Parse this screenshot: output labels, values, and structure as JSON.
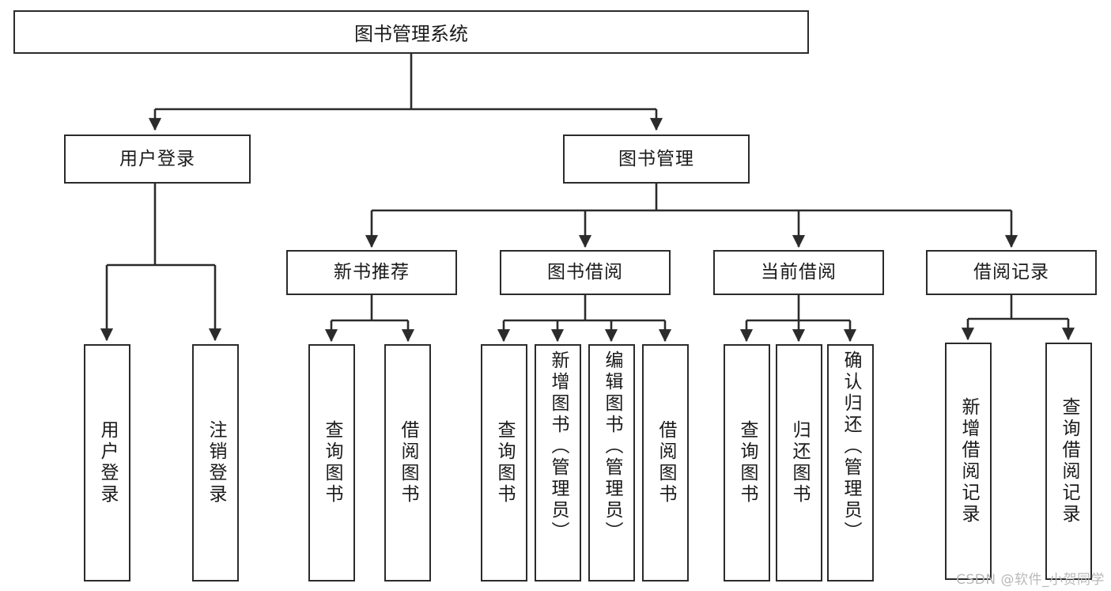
{
  "diagram": {
    "type": "tree-hierarchy-diagram",
    "title": "图书管理系统",
    "colors": {
      "box_border": "#2b2b2b",
      "box_fill": "#ffffff",
      "edge": "#2b2b2b",
      "text": "#1a1a1a",
      "watermark": "#b9b9b9",
      "background": "#ffffff"
    },
    "root": {
      "label": "图书管理系统"
    },
    "level2": [
      {
        "label": "用户登录"
      },
      {
        "label": "图书管理"
      }
    ],
    "level3": [
      {
        "label": "新书推荐"
      },
      {
        "label": "图书借阅"
      },
      {
        "label": "当前借阅"
      },
      {
        "label": "借阅记录"
      }
    ],
    "leaves": {
      "user_login": [
        {
          "label": "用户登录"
        },
        {
          "label": "注销登录"
        }
      ],
      "new_book_recommend": [
        {
          "label": "查询图书"
        },
        {
          "label": "借阅图书"
        }
      ],
      "book_borrow": [
        {
          "label": "查询图书"
        },
        {
          "label": "新增图书（管理员）"
        },
        {
          "label": "编辑图书（管理员）"
        },
        {
          "label": "借阅图书"
        }
      ],
      "current_borrow": [
        {
          "label": "查询图书"
        },
        {
          "label": "归还图书"
        },
        {
          "label": "确认归还（管理员）"
        }
      ],
      "borrow_record": [
        {
          "label": "新增借阅记录"
        },
        {
          "label": "查询借阅记录"
        }
      ]
    },
    "watermark": "CSDN @软件_小贺同学"
  }
}
